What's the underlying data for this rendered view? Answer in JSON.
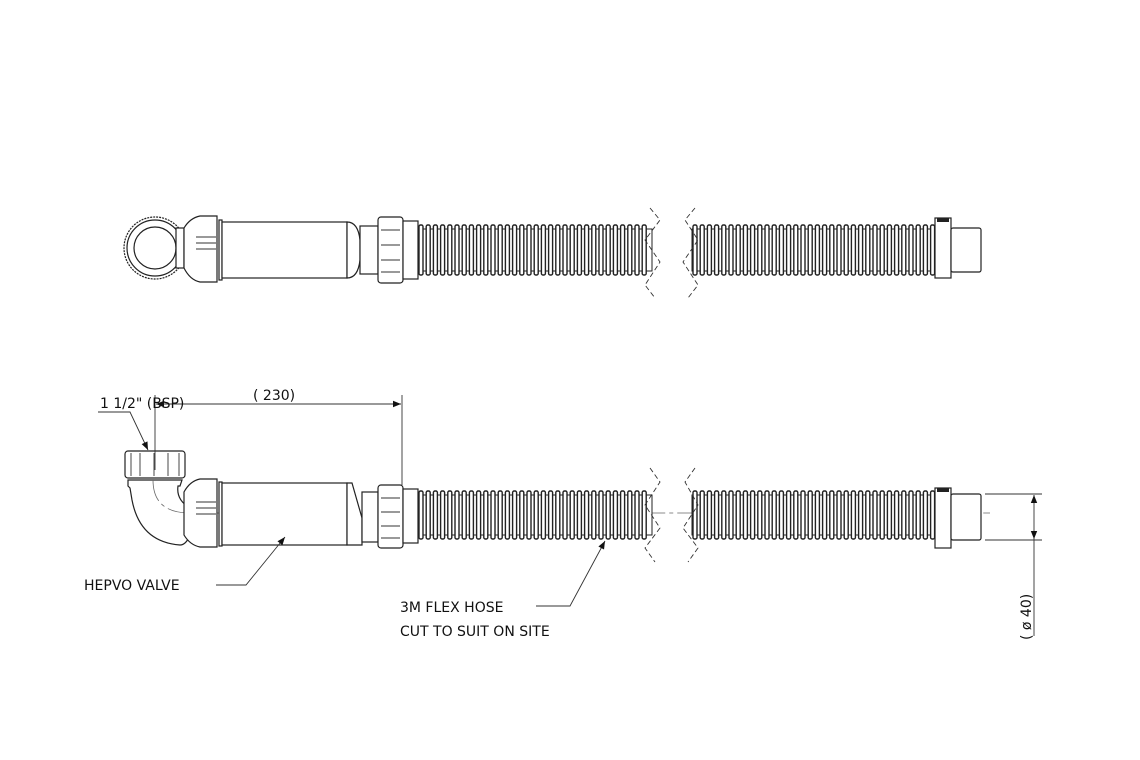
{
  "labels": {
    "thread": "1 1/2\" (BSP)",
    "length_dim": "( 230)",
    "valve": "HEPVO VALVE",
    "hose_line1": "3M FLEX HOSE",
    "hose_line2": "CUT TO SUIT ON SITE",
    "diameter_dim": "( ø 40)"
  }
}
